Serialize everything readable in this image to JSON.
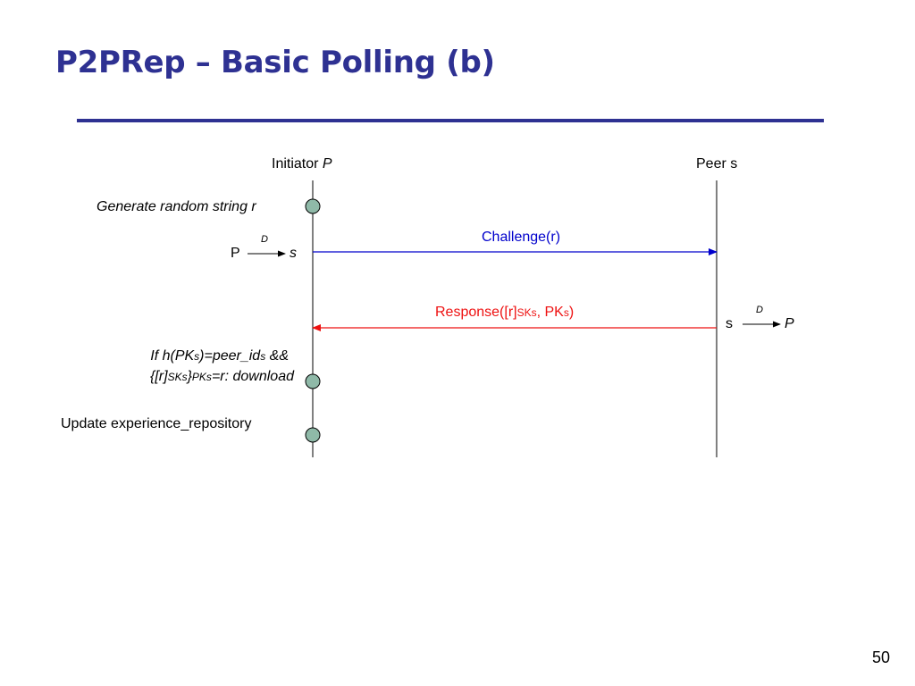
{
  "title": "P2PRep – Basic Polling (b)",
  "participants": {
    "initiator_label": "Initiator",
    "initiator_var": "P",
    "peer_label": "Peer s"
  },
  "steps": {
    "generate": "Generate random string r",
    "check_line1": {
      "pre": "If h(PK",
      "sub1": "s",
      "mid": ")=peer_id",
      "sub2": "s",
      "post": " &&"
    },
    "check_line2": {
      "pre": "{[r]",
      "sub1": "SKs",
      "mid": "}",
      "sub2": "PKs",
      "post": "=r: download"
    },
    "update": "Update experience_repository"
  },
  "messages": {
    "challenge": "Challenge(r)",
    "response": {
      "pre": "Response([r]",
      "sub1": "SKs",
      "mid": ", PK",
      "sub2": "s",
      "post": ")"
    }
  },
  "relations": {
    "left": {
      "from": "P",
      "label": "D",
      "to": "s"
    },
    "right": {
      "from": "s",
      "label": "D",
      "to": "P"
    }
  },
  "colors": {
    "title": "#2E3192",
    "challenge": "#0000CC",
    "response": "#EE1111",
    "node_fill": "#8FB9A8"
  },
  "page_number": "50"
}
